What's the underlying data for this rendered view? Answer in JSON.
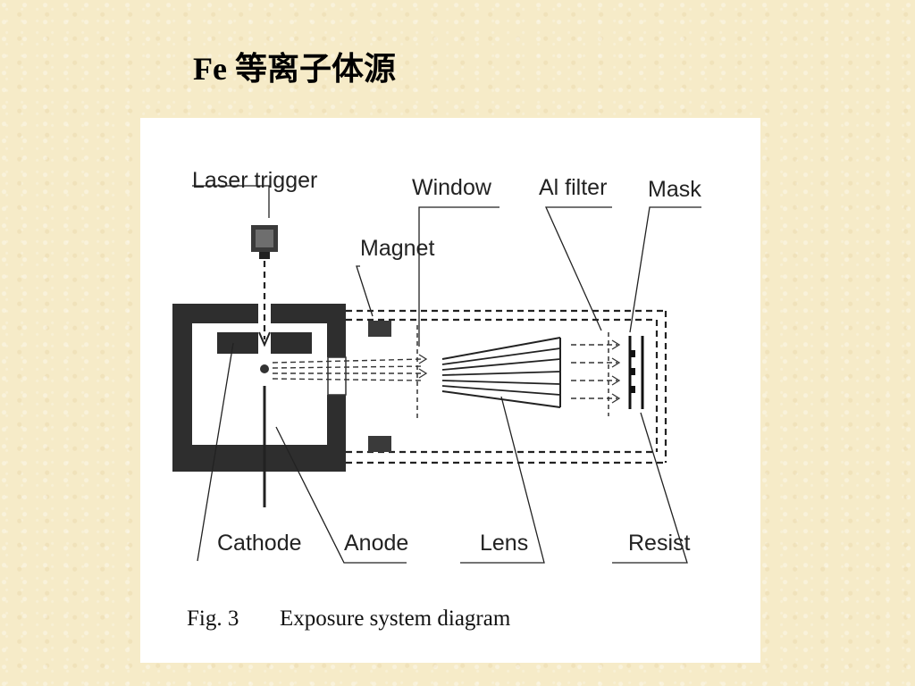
{
  "slide": {
    "title": "Fe 等离子体源"
  },
  "diagram": {
    "labels": {
      "laser_trigger": "Laser trigger",
      "window": "Window",
      "al_filter": "Al filter",
      "mask": "Mask",
      "magnet": "Magnet",
      "cathode": "Cathode",
      "anode": "Anode",
      "lens": "Lens",
      "resist": "Resist"
    },
    "caption": {
      "fig_number": "Fig. 3",
      "text": "Exposure system diagram"
    }
  }
}
